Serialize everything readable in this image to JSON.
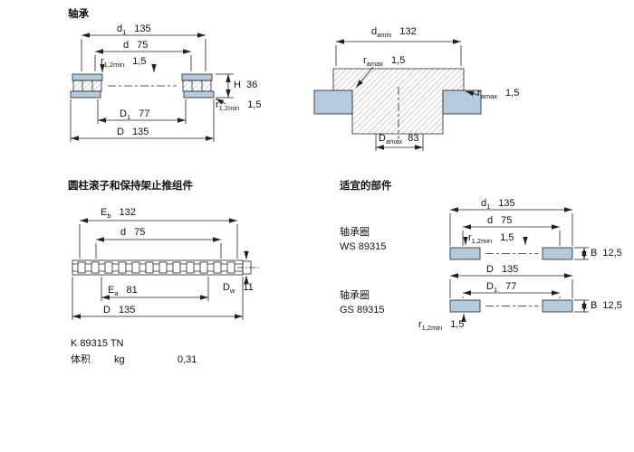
{
  "colors": {
    "washer_blue": "#b3cbdc",
    "line": "#222222",
    "hatch": "#666666"
  },
  "bearing_section": {
    "title": "轴承",
    "dims": {
      "d1": {
        "sym": "d",
        "sub": "1",
        "val": "135"
      },
      "d": {
        "sym": "d",
        "sub": "",
        "val": "75"
      },
      "r12_top": {
        "sym": "r",
        "sub": "1,2min",
        "val": "1,5"
      },
      "H": {
        "sym": "H",
        "sub": "",
        "val": "36"
      },
      "r12_side": {
        "sym": "r",
        "sub": "1,2min",
        "val": "1,5"
      },
      "D1": {
        "sym": "D",
        "sub": "1",
        "val": "77"
      },
      "D": {
        "sym": "D",
        "sub": "",
        "val": "135"
      }
    }
  },
  "abutment_section": {
    "dims": {
      "damin": {
        "sym": "d",
        "sub": "amin",
        "val": "132"
      },
      "ramax_top": {
        "sym": "r",
        "sub": "amax",
        "val": "1,5"
      },
      "ramax_side": {
        "sym": "r",
        "sub": "amax",
        "val": "1,5"
      },
      "Damax": {
        "sym": "D",
        "sub": "amax",
        "val": "83"
      }
    }
  },
  "assembly_section": {
    "title": "圆柱滚子和保持架止推组件",
    "dims": {
      "Eb": {
        "sym": "E",
        "sub": "b",
        "val": "132"
      },
      "d": {
        "sym": "d",
        "sub": "",
        "val": "75"
      },
      "Ea": {
        "sym": "E",
        "sub": "a",
        "val": "81"
      },
      "D": {
        "sym": "D",
        "sub": "",
        "val": "135"
      },
      "Dw": {
        "sym": "D",
        "sub": "w",
        "val": "11"
      }
    },
    "designation": "K 89315 TN",
    "weight_label": "体积",
    "weight_unit": "kg",
    "weight_value": "0,31"
  },
  "components_section": {
    "title": "适宜的部件",
    "ws": {
      "type_label": "轴承圈",
      "designation": "WS 89315",
      "dims": {
        "d1": {
          "sym": "d",
          "sub": "1",
          "val": "135"
        },
        "d": {
          "sym": "d",
          "sub": "",
          "val": "75"
        },
        "r12": {
          "sym": "r",
          "sub": "1,2min",
          "val": "1,5"
        },
        "B": {
          "sym": "B",
          "sub": "",
          "val": "12,5"
        }
      }
    },
    "gs": {
      "type_label": "轴承圈",
      "designation": "GS 89315",
      "dims": {
        "D": {
          "sym": "D",
          "sub": "",
          "val": "135"
        },
        "D1": {
          "sym": "D",
          "sub": "1",
          "val": "77"
        },
        "B": {
          "sym": "B",
          "sub": "",
          "val": "12,5"
        },
        "r12": {
          "sym": "r",
          "sub": "1,2min",
          "val": "1,5"
        }
      }
    }
  }
}
